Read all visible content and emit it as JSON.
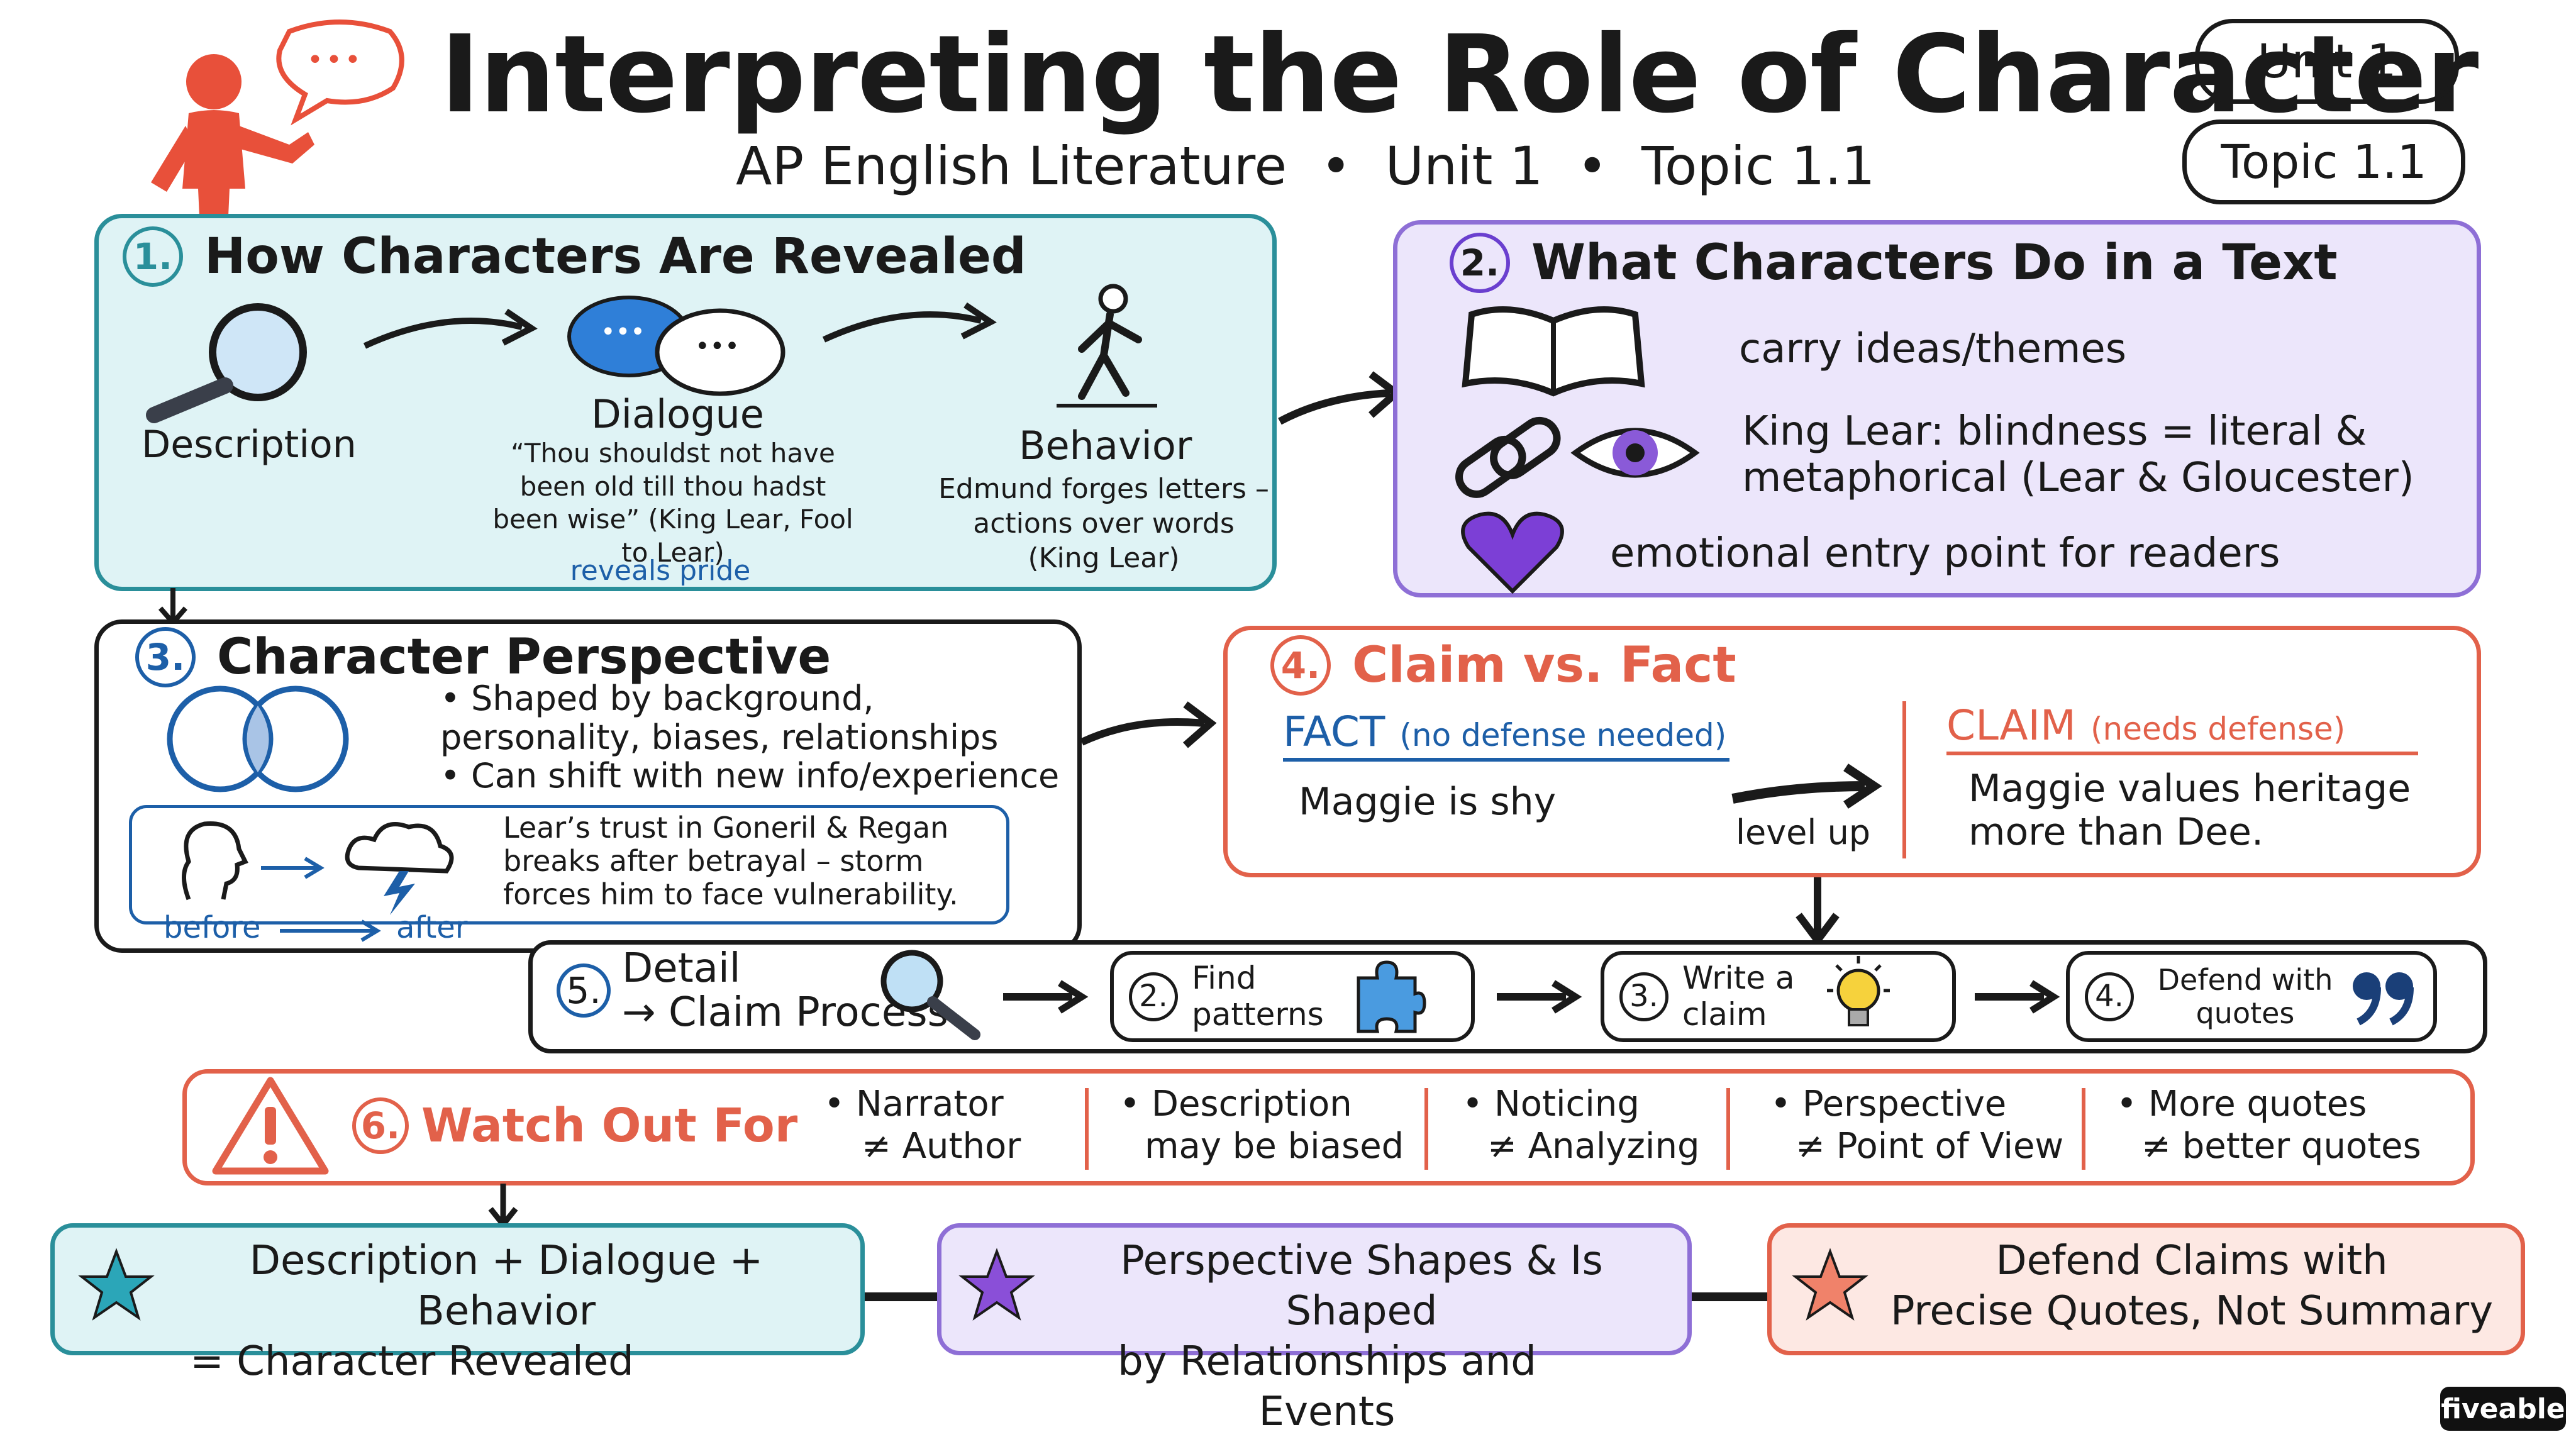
{
  "header": {
    "title": "Interpreting the Role of Character",
    "subtitle": "AP English Literature  •  Unit 1  •  Topic 1.1",
    "unit_badge": "Unit 1",
    "topic_badge": "Topic 1.1",
    "speech_bubble": "•••"
  },
  "section1": {
    "number": "1.",
    "title": "How Characters Are Revealed",
    "description_label": "Description",
    "dialogue_label": "Dialogue",
    "dialogue_quote": "“Thou shouldst not have been old till thou hadst been wise” (King Lear, Fool to Lear)",
    "dialogue_note": "reveals pride",
    "behavior_label": "Behavior",
    "behavior_text": "Edmund forges letters – actions over words (King Lear)",
    "bubble_dots": "•••"
  },
  "section2": {
    "number": "2.",
    "title": "What Characters Do in a Text",
    "item1": "carry ideas/themes",
    "item2": "King Lear: blindness = literal & metaphorical (Lear & Gloucester)",
    "item3": "emotional entry point for readers"
  },
  "section3": {
    "number": "3.",
    "title": "Character Perspective",
    "bullet1": "Shaped by background, personality, biases, relationships",
    "bullet2": "Can shift with new info/experience",
    "example": "Lear’s trust in Goneril & Regan breaks after betrayal – storm forces him to face vulnerability.",
    "before_label": "before",
    "after_label": "after"
  },
  "section4": {
    "number": "4.",
    "title": "Claim vs. Fact",
    "fact_label": "FACT",
    "fact_note": "(no defense needed)",
    "fact_example": "Maggie is shy",
    "level_up": "level up",
    "claim_label": "CLAIM",
    "claim_note": "(needs defense)",
    "claim_example": "Maggie values heritage more than Dee."
  },
  "section5": {
    "number": "5.",
    "title_line1": "Detail",
    "title_line2": "→ Claim Process",
    "steps": [
      {
        "number": "2.",
        "label": "Find patterns"
      },
      {
        "number": "3.",
        "label": "Write a claim"
      },
      {
        "number": "4.",
        "label": "Defend with quotes"
      }
    ]
  },
  "section6": {
    "number": "6.",
    "title": "Watch Out For",
    "warnings": [
      {
        "line1": "• Narrator",
        "line2": "≠ Author"
      },
      {
        "line1": "• Description",
        "line2": "may be biased"
      },
      {
        "line1": "• Noticing",
        "line2": "≠ Analyzing"
      },
      {
        "line1": "• Perspective",
        "line2": "≠ Point of View"
      },
      {
        "line1": "• More quotes",
        "line2": "≠ better quotes"
      }
    ]
  },
  "summary": [
    {
      "line1": "Description + Dialogue + Behavior",
      "line2": "= Character Revealed"
    },
    {
      "line1": "Perspective Shapes & Is Shaped",
      "line2": "by Relationships and Events"
    },
    {
      "line1": "Defend Claims with",
      "line2": "Precise Quotes, Not Summary"
    }
  ],
  "brand": "fiveable",
  "colors": {
    "teal_fill": "#dff3f5",
    "teal_border": "#2a8f9a",
    "purple_fill": "#ece6fb",
    "purple_border": "#8e6fd6",
    "red_fill": "#fde8e3",
    "red_border": "#e2614a",
    "blue_accent": "#1d5fa8",
    "figure_red": "#e8503a"
  }
}
